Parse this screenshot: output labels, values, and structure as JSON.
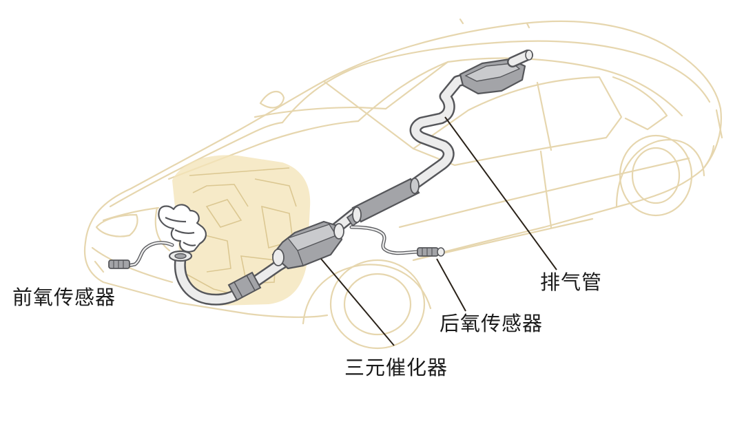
{
  "labels": {
    "front_o2_sensor": "前氧传感器",
    "rear_o2_sensor": "后氧传感器",
    "catalytic_converter": "三元催化器",
    "exhaust_pipe": "排气管"
  },
  "colors": {
    "car_outline": "#e6d6ae",
    "engine_fill": "#f4e4b8",
    "pipe_outline": "#55565a",
    "pipe_fill": "#ececec",
    "part_fill": "#a3a4a8",
    "leader_line": "#2a2219",
    "text": "#1a1a1a"
  }
}
